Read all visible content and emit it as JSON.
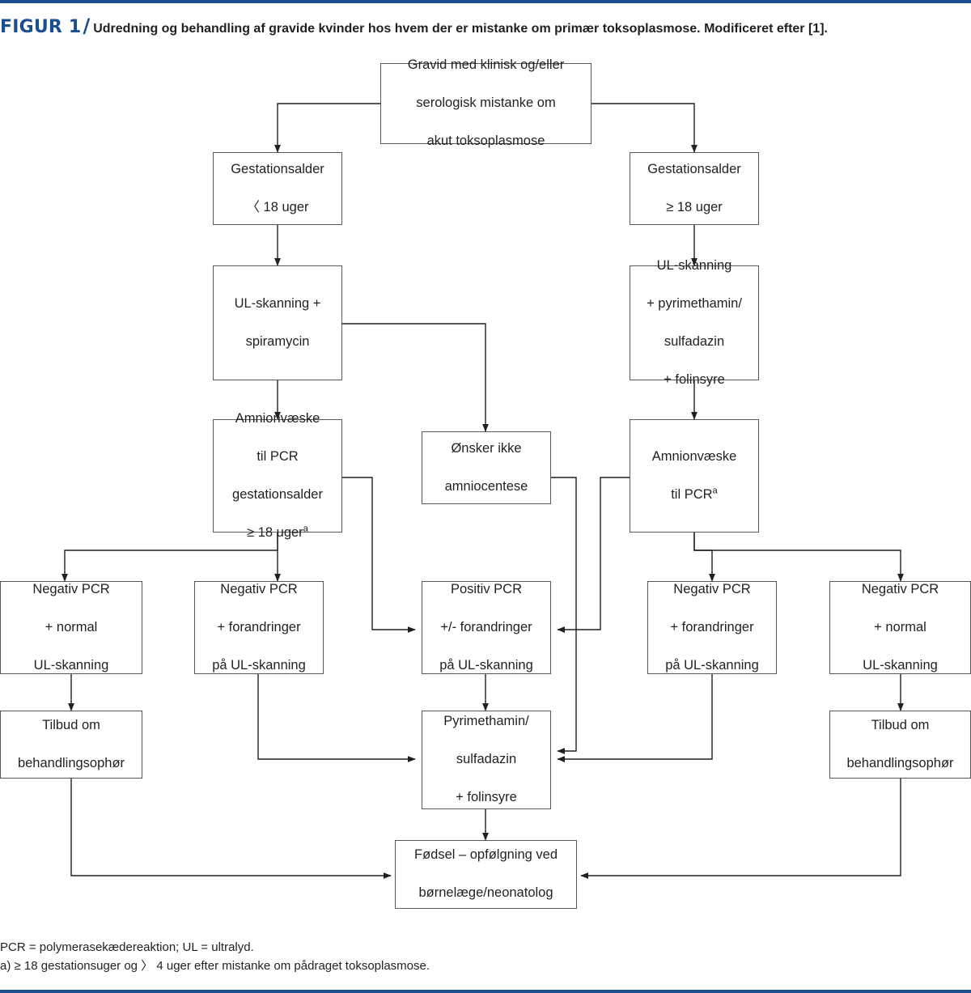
{
  "header": {
    "figure_label": "FIGUR 1",
    "separator": "/",
    "caption": "Udredning og behandling af gravide kvinder hos hvem der er mistanke om primær toksoplasmose. Modificeret efter [1]."
  },
  "colors": {
    "accent": "#1b4e8e",
    "box_border": "#58595b",
    "text": "#231f20",
    "connector": "#231f20"
  },
  "chart_data": {
    "type": "flowchart",
    "title": "Udredning og behandling af gravide kvinder hos hvem der er mistanke om primær toksoplasmose",
    "nodes": [
      {
        "id": "start",
        "label": "Gravid med klinisk og/eller\nserologisk mistanke om\nakut toksoplasmose"
      },
      {
        "id": "ga_lt18",
        "label": "Gestationsalder\n〈 18 uger"
      },
      {
        "id": "ga_ge18",
        "label": "Gestationsalder\n≥ 18 uger"
      },
      {
        "id": "ul_spira",
        "label": "UL-skanning +\nspiramycin"
      },
      {
        "id": "ul_pyri",
        "label": "UL-skanning\n+ pyrimethamin/\nsulfadazin\n+ folinsyre"
      },
      {
        "id": "amnion_left",
        "label": "Amnionvæske\ntil PCR\ngestationsalder\n≥ 18 ugera"
      },
      {
        "id": "no_amnio",
        "label": "Ønsker ikke\namniocentese"
      },
      {
        "id": "amnion_right",
        "label": "Amnionvæske\ntil PCRa"
      },
      {
        "id": "neg_norm_l",
        "label": "Negativ PCR\n+ normal\nUL-skanning"
      },
      {
        "id": "neg_for_l",
        "label": "Negativ PCR\n+ forandringer\npå UL-skanning"
      },
      {
        "id": "pos_pcr",
        "label": "Positiv PCR\n+/- forandringer\npå UL-skanning"
      },
      {
        "id": "neg_for_r",
        "label": "Negativ PCR\n+ forandringer\npå UL-skanning"
      },
      {
        "id": "neg_norm_r",
        "label": "Negativ PCR\n+ normal\nUL-skanning"
      },
      {
        "id": "stop_l",
        "label": "Tilbud om\nbehandlingsophør"
      },
      {
        "id": "treat",
        "label": "Pyrimethamin/\nsulfadazin\n+ folinsyre"
      },
      {
        "id": "stop_r",
        "label": "Tilbud om\nbehandlingsophør"
      },
      {
        "id": "birth",
        "label": "Fødsel – opfølgning ved\nbørnelæge/neonatolog"
      }
    ],
    "edges": [
      {
        "from": "start",
        "to": "ga_lt18"
      },
      {
        "from": "start",
        "to": "ga_ge18"
      },
      {
        "from": "ga_lt18",
        "to": "ul_spira"
      },
      {
        "from": "ga_ge18",
        "to": "ul_pyri"
      },
      {
        "from": "ul_spira",
        "to": "amnion_left"
      },
      {
        "from": "ul_spira",
        "to": "no_amnio"
      },
      {
        "from": "ul_pyri",
        "to": "amnion_right"
      },
      {
        "from": "ul_pyri",
        "to": "no_amnio"
      },
      {
        "from": "amnion_left",
        "to": "neg_norm_l"
      },
      {
        "from": "amnion_left",
        "to": "neg_for_l"
      },
      {
        "from": "amnion_left",
        "to": "pos_pcr"
      },
      {
        "from": "no_amnio",
        "to": "treat"
      },
      {
        "from": "amnion_right",
        "to": "neg_for_r"
      },
      {
        "from": "amnion_right",
        "to": "neg_norm_r"
      },
      {
        "from": "amnion_right",
        "to": "pos_pcr"
      },
      {
        "from": "neg_norm_l",
        "to": "stop_l"
      },
      {
        "from": "neg_for_l",
        "to": "treat"
      },
      {
        "from": "pos_pcr",
        "to": "treat"
      },
      {
        "from": "neg_for_r",
        "to": "treat"
      },
      {
        "from": "neg_norm_r",
        "to": "stop_r"
      },
      {
        "from": "stop_l",
        "to": "birth"
      },
      {
        "from": "treat",
        "to": "birth"
      },
      {
        "from": "stop_r",
        "to": "birth"
      }
    ]
  },
  "boxes": {
    "start": {
      "l1": "Gravid med klinisk og/eller",
      "l2": "serologisk mistanke om",
      "l3": "akut toksoplasmose"
    },
    "ga_lt18": {
      "l1": "Gestationsalder",
      "l2": "〈 18 uger"
    },
    "ga_ge18": {
      "l1": "Gestationsalder",
      "l2": "≥ 18 uger"
    },
    "ul_spira": {
      "l1": "UL-skanning +",
      "l2": "spiramycin"
    },
    "ul_pyri": {
      "l1": "UL-skanning",
      "l2": "+ pyrimethamin/",
      "l3": "sulfadazin",
      "l4": "+ folinsyre"
    },
    "amnion_left": {
      "l1": "Amnionvæske",
      "l2": "til PCR",
      "l3": "gestationsalder",
      "l4": "≥ 18 uger",
      "sup": "a"
    },
    "no_amnio": {
      "l1": "Ønsker ikke",
      "l2": "amniocentese"
    },
    "amnion_right": {
      "l1": "Amnionvæske",
      "l2": "til PCR",
      "sup": "a"
    },
    "neg_norm_l": {
      "l1": "Negativ PCR",
      "l2": "+ normal",
      "l3": "UL-skanning"
    },
    "neg_for_l": {
      "l1": "Negativ PCR",
      "l2": "+ forandringer",
      "l3": "på UL-skanning"
    },
    "pos_pcr": {
      "l1": "Positiv PCR",
      "l2": "+/- forandringer",
      "l3": "på UL-skanning"
    },
    "neg_for_r": {
      "l1": "Negativ PCR",
      "l2": "+ forandringer",
      "l3": "på UL-skanning"
    },
    "neg_norm_r": {
      "l1": "Negativ PCR",
      "l2": "+ normal",
      "l3": "UL-skanning"
    },
    "stop_l": {
      "l1": "Tilbud om",
      "l2": "behandlingsophør"
    },
    "treat": {
      "l1": "Pyrimethamin/",
      "l2": "sulfadazin",
      "l3": "+ folinsyre"
    },
    "stop_r": {
      "l1": "Tilbud om",
      "l2": "behandlingsophør"
    },
    "birth": {
      "l1": "Fødsel – opfølgning ved",
      "l2": "børnelæge/neonatolog"
    }
  },
  "footnotes": {
    "abbreviations": "PCR = polymerasekædereaktion; UL = ultralyd.",
    "note_a": "a) ≥ 18 gestationsuger og 〉 4 uger efter mistanke om pådraget toksoplasmose."
  }
}
